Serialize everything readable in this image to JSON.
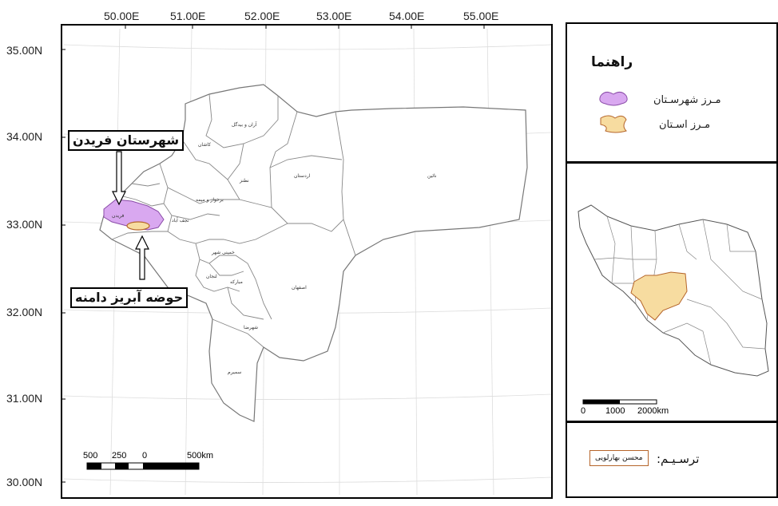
{
  "grid": {
    "longitudes": [
      "50.00E",
      "51.00E",
      "52.00E",
      "53.00E",
      "54.00E",
      "55.00E"
    ],
    "latitudes": [
      "35.00N",
      "34.00N",
      "33.00N",
      "32.00N",
      "31.00N",
      "30.00N"
    ]
  },
  "callouts": {
    "county": "شهرستان فریدن",
    "basin": "حوضه آبریز دامنه"
  },
  "legend": {
    "title": "راهنما",
    "items": [
      {
        "label": "مـرز شهرسـتان",
        "color": "#d9a8f0"
      },
      {
        "label": "مـرز اسـتان",
        "color": "#f7dca0"
      }
    ]
  },
  "main_scale": {
    "labels": [
      "500",
      "250",
      "0",
      "500km"
    ]
  },
  "inset_scale": {
    "labels": [
      "0",
      "1000",
      "2000km"
    ]
  },
  "credit": {
    "label": "ترسـیـم:",
    "signature": "محسن بهارلویی"
  },
  "counties": [
    "آران و بیدگل",
    "کاشان",
    "نطنز",
    "اردستان",
    "نائین",
    "برخوار و میمه",
    "نجف آباد",
    "خمینی شهر",
    "لنجان",
    "مبارکه",
    "شهرضا",
    "سمیرم",
    "فریدن",
    "اصفهان"
  ],
  "colors": {
    "county_highlight": "#d9a8f0",
    "province": "#f7dca0",
    "frame": "#000000"
  }
}
